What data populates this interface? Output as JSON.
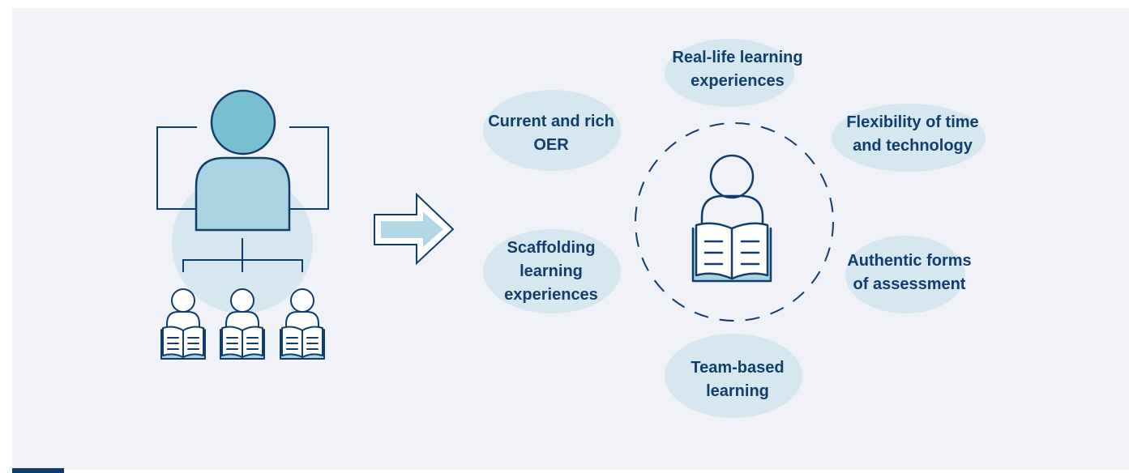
{
  "colors": {
    "background": "#f1f2f7",
    "bubble": "#d6e7ef",
    "text": "#113e6b",
    "outline": "#123d6b",
    "teacher_head": "#78bfcf",
    "teacher_body": "#a9d3e1",
    "arrow_fill": "#b3d8e5",
    "footer_accent": "#0f3d6c"
  },
  "icons": {
    "teacher": "teacher-person-icon",
    "students": "student-reading-icon",
    "arrow": "right-arrow-icon",
    "center": "learner-reading-icon"
  },
  "labels": {
    "real_life": "Real-life learning\nexperiences",
    "current_rich": "Current and rich\nOER",
    "flexibility": "Flexibility of time\nand technology",
    "scaffolding": "Scaffolding\nlearning\nexperiences",
    "authentic": "Authentic forms\nof assessment",
    "team_based": "Team-based\nlearning"
  }
}
